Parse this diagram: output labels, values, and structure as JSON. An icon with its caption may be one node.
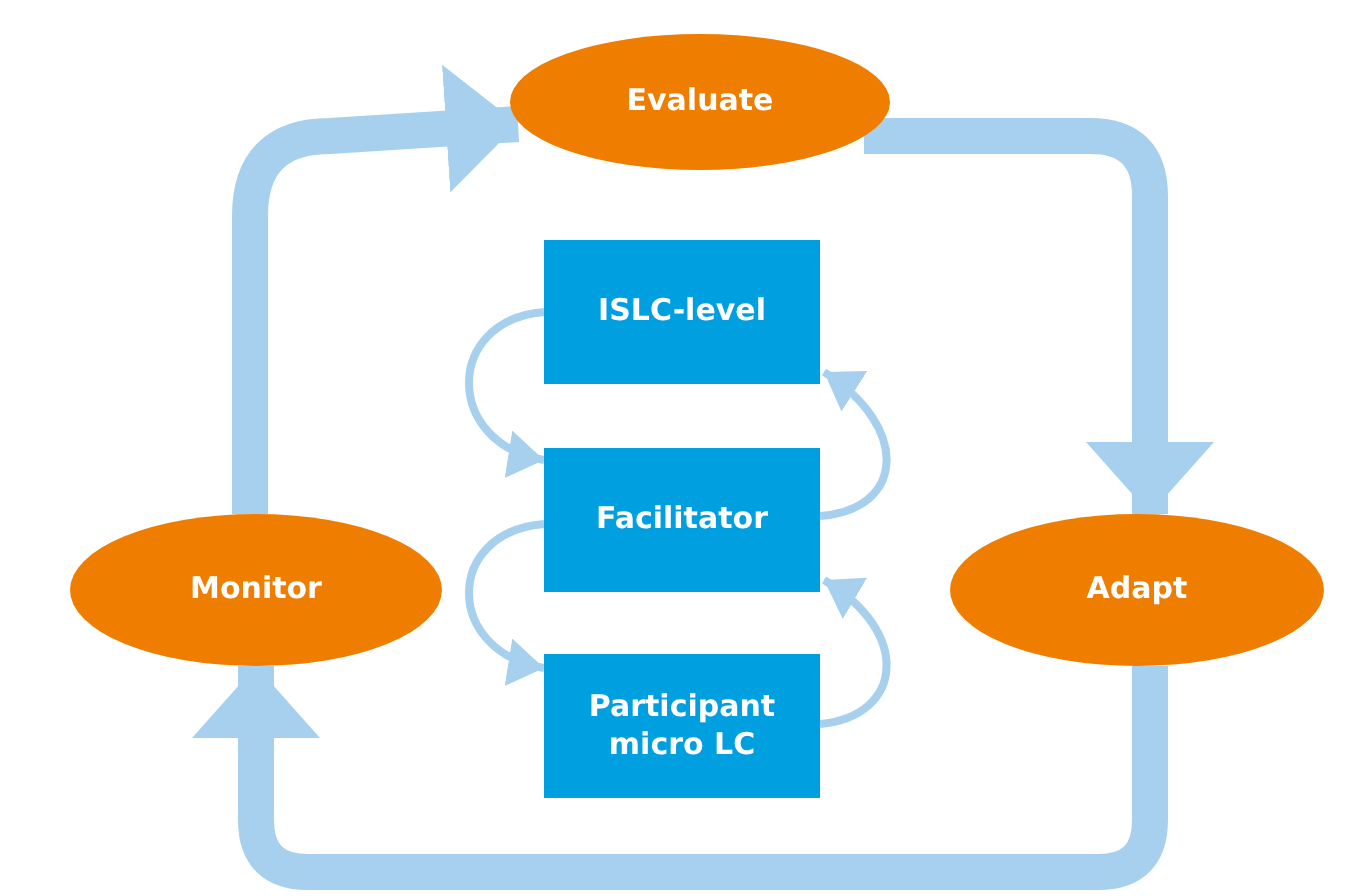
{
  "diagram": {
    "nodes": [
      {
        "text": [
          "Evaluate"
        ]
      },
      {
        "text": [
          "ISLC-level"
        ]
      },
      {
        "text": [
          "Facilitator"
        ]
      },
      {
        "text": [
          "Monitor"
        ]
      },
      {
        "text": [
          "Adapt"
        ]
      },
      {
        "text": [
          "Participant micro LC"
        ]
      }
    ],
    "edges": [
      {
        "from": 3,
        "to": 0,
        "arrow": "to",
        "style": "thick"
      },
      {
        "from": 0,
        "to": 4,
        "arrow": "to",
        "style": "thick"
      },
      {
        "from": 4,
        "to": 3,
        "arrow": "to",
        "style": "thick"
      },
      {
        "from": 1,
        "to": 2,
        "arrow": "to"
      },
      {
        "from": 2,
        "to": 1,
        "arrow": "to"
      },
      {
        "from": 2,
        "to": 5,
        "arrow": "to"
      },
      {
        "from": 5,
        "to": 2,
        "arrow": "to"
      }
    ]
  }
}
